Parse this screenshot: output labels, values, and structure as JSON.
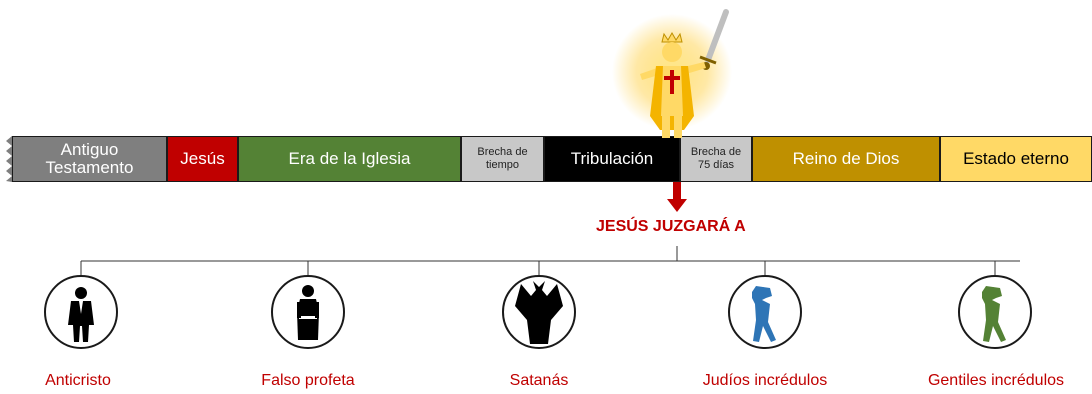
{
  "timeline": [
    {
      "label": "Antiguo Testamento",
      "bg": "#7f7f7f",
      "fg": "#ffffff"
    },
    {
      "label": "Jesús",
      "bg": "#c00000",
      "fg": "#ffffff"
    },
    {
      "label": "Era de la Iglesia",
      "bg": "#548235",
      "fg": "#ffffff"
    },
    {
      "label": "Brecha de tiempo",
      "bg": "#c8c8c8",
      "fg": "#222222"
    },
    {
      "label": "Tribulación",
      "bg": "#000000",
      "fg": "#ffffff"
    },
    {
      "label": "Brecha de 75 días",
      "bg": "#c8c8c8",
      "fg": "#222222"
    },
    {
      "label": "Reino de Dios",
      "bg": "#bf9000",
      "fg": "#ffffff"
    },
    {
      "label": "Estado eterno",
      "bg": "#ffd966",
      "fg": "#000000"
    }
  ],
  "heading": "JESÚS JUZGARÁ A",
  "judged": [
    {
      "label": "Anticristo",
      "icon": "man-in-suit-icon",
      "color": "#000000"
    },
    {
      "label": "Falso profeta",
      "icon": "robed-figure-icon",
      "color": "#000000"
    },
    {
      "label": "Satanás",
      "icon": "winged-demon-icon",
      "color": "#000000"
    },
    {
      "label": "Judíos incrédulos",
      "icon": "distressed-person-icon",
      "color": "#2e75b6"
    },
    {
      "label": "Gentiles incrédulos",
      "icon": "distressed-person-icon",
      "color": "#548235"
    }
  ],
  "colors": {
    "accent": "#c00000"
  }
}
